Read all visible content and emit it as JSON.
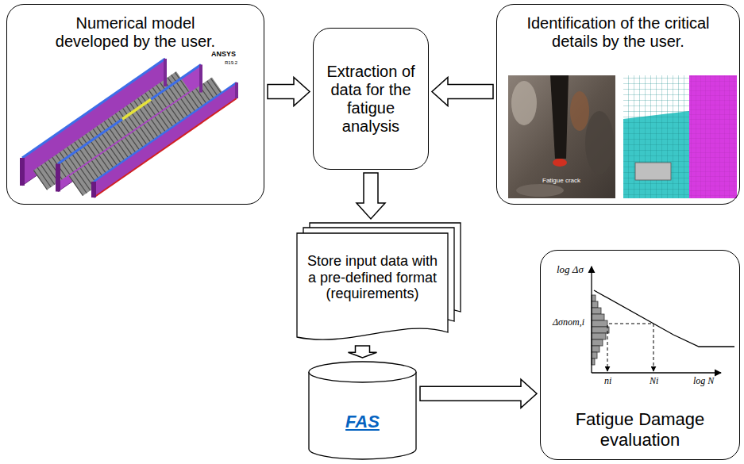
{
  "diagram": {
    "nodes": [
      {
        "text": [
          "Numerical model developed by the user."
        ]
      },
      {
        "text": [
          "Extraction of data for the fatigue analysis"
        ]
      },
      {
        "text": [
          "Identification of the critical details by the user."
        ]
      },
      {
        "text": [
          "Store input data with a pre-defined format (requirements)"
        ]
      },
      {
        "text": [
          "FAS"
        ]
      },
      {
        "text": [
          "Fatigue Damage evaluation"
        ]
      }
    ],
    "edges": [
      {
        "from": 0,
        "to": 1,
        "arrow": "to"
      },
      {
        "from": 2,
        "to": 1,
        "arrow": "to"
      },
      {
        "from": 1,
        "to": 3,
        "arrow": "to"
      },
      {
        "from": 3,
        "to": 4,
        "arrow": "to"
      },
      {
        "from": 4,
        "to": 5,
        "arrow": "to"
      }
    ],
    "labels": [
      "ANSYS",
      "R19.2",
      "Fatigue crack",
      "log Δσ",
      "Δσnom,i",
      "ni",
      "Ni",
      "log N"
    ]
  }
}
